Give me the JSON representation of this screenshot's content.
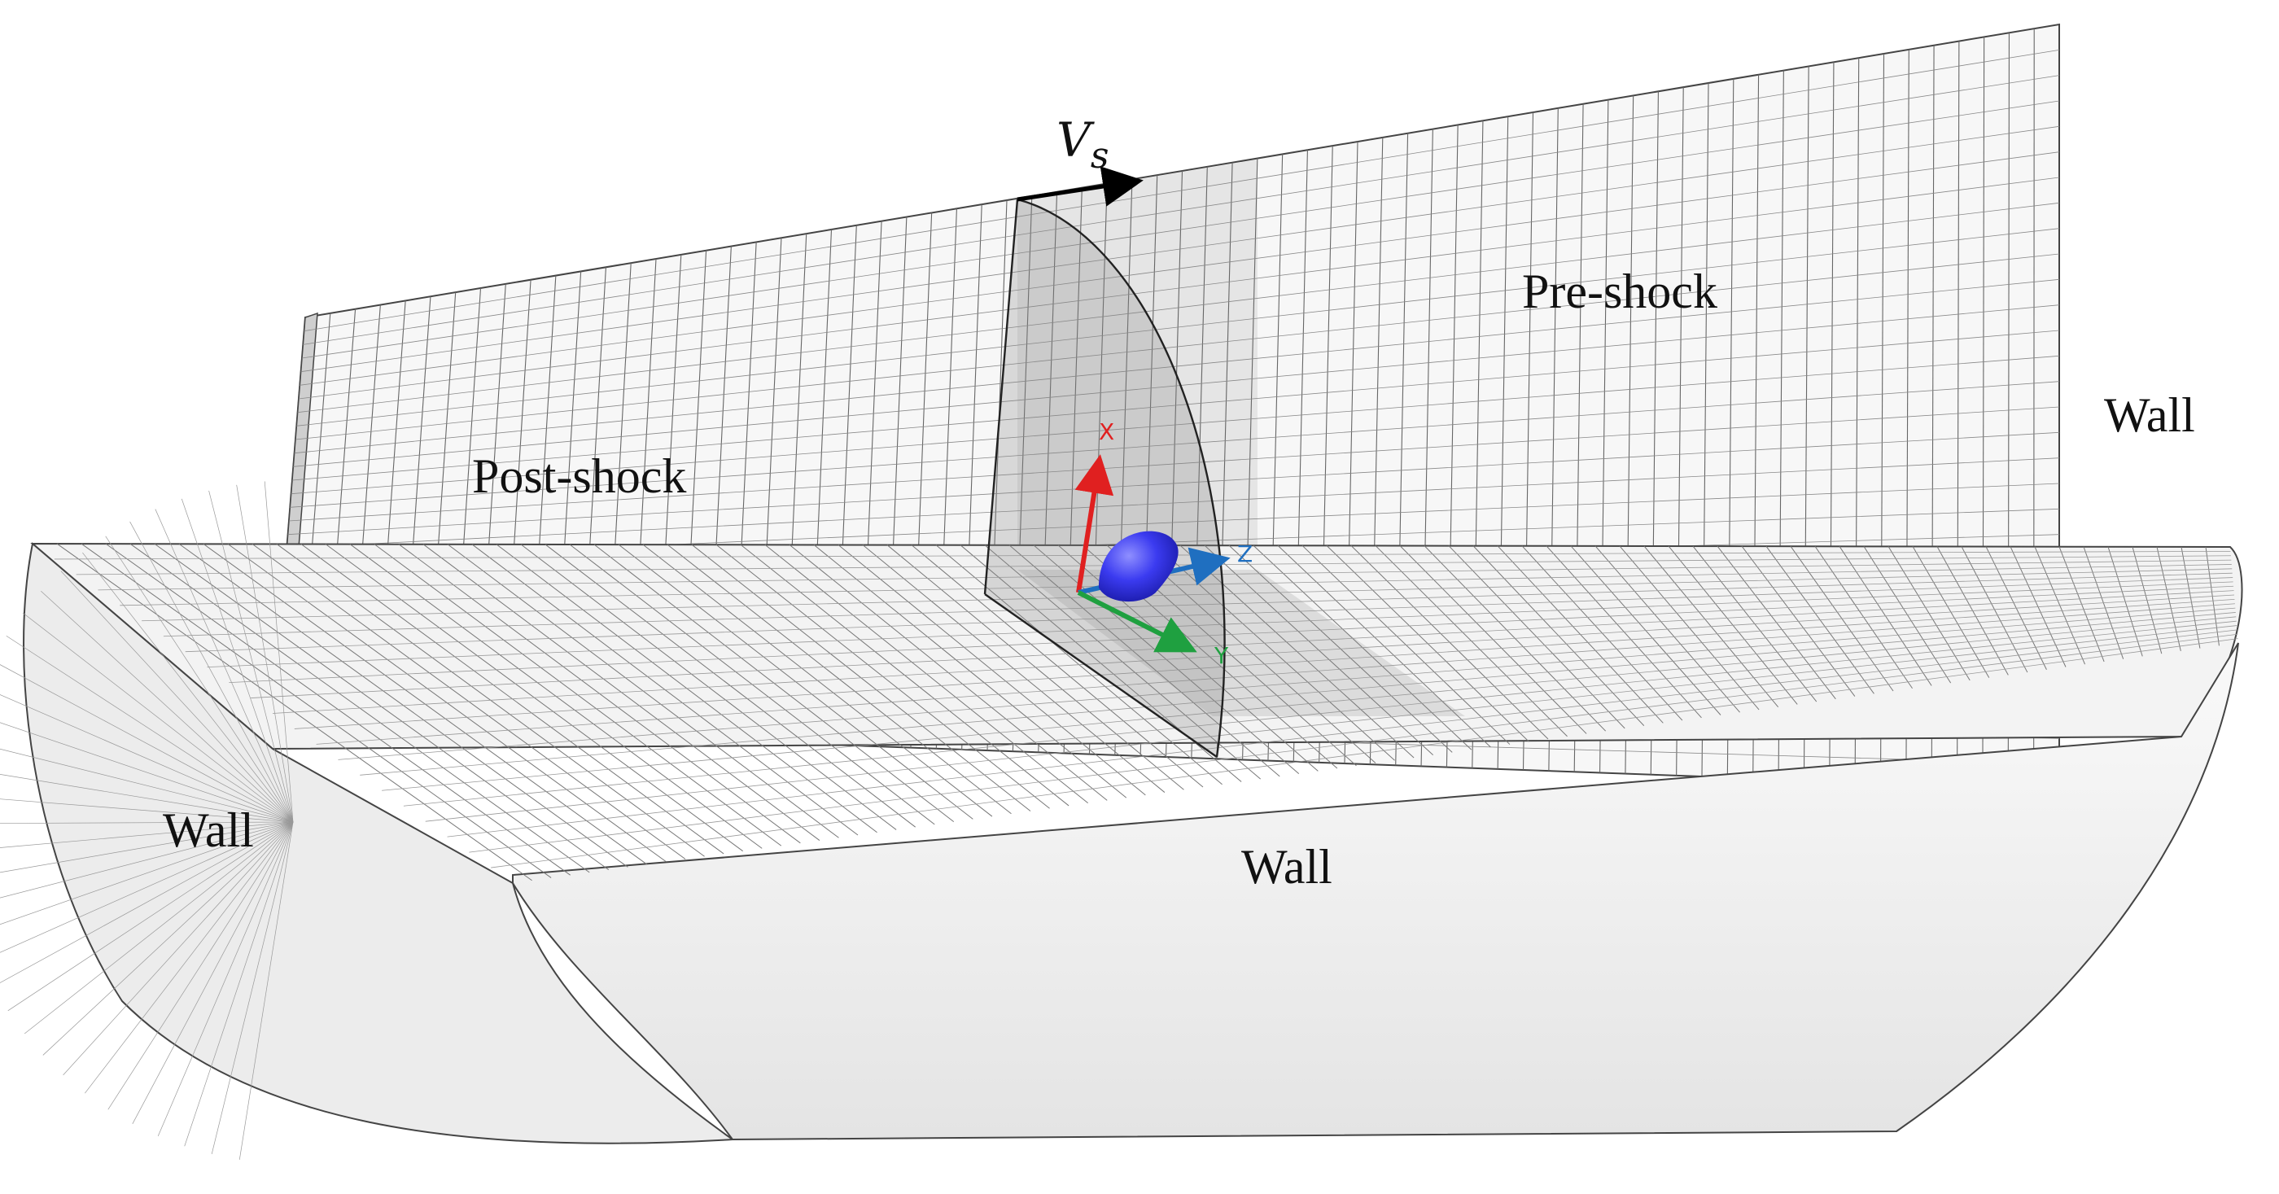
{
  "labels": {
    "velocity_symbol": "V",
    "velocity_subscript": "s",
    "pre_shock": "Pre-shock",
    "post_shock": "Post-shock",
    "wall_right": "Wall",
    "wall_left": "Wall",
    "wall_center": "Wall"
  },
  "axes": {
    "x": {
      "label": "X",
      "color": "#e02020"
    },
    "y": {
      "label": "Y",
      "color": "#1fa040"
    },
    "z": {
      "label": "Z",
      "color": "#1f6fc0"
    }
  },
  "colors": {
    "droplet": "#2a2ae0",
    "mesh_surface": "#f4f4f4",
    "refined_region": "#d8d8d8",
    "outline": "#222222"
  },
  "semantic": {
    "droplet_shape": "hemisphere",
    "shock_direction": "positive-z",
    "domain_shape": "half-cylinder"
  }
}
